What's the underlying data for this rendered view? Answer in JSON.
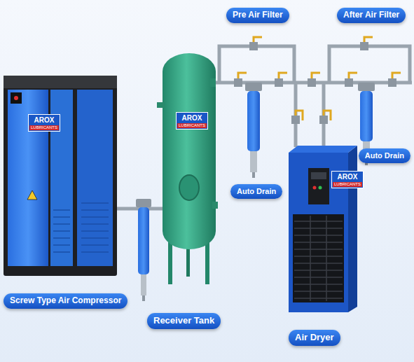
{
  "diagram": {
    "nodes": [
      {
        "text": [
          "Pre Air Filter"
        ]
      },
      {
        "text": [
          "After Air Filter"
        ]
      },
      {
        "text": [
          "Auto Drain"
        ]
      },
      {
        "text": [
          "Auto Drain"
        ]
      },
      {
        "text": [
          "Screw Type Air Compressor"
        ]
      },
      {
        "text": [
          "Receiver Tank"
        ]
      },
      {
        "text": [
          "Air Dryer"
        ]
      }
    ],
    "labels": [
      "AROX",
      "LUBRICANTS",
      "AROX",
      "LUBRICANTS",
      "AROX",
      "LUBRICANTS"
    ]
  }
}
